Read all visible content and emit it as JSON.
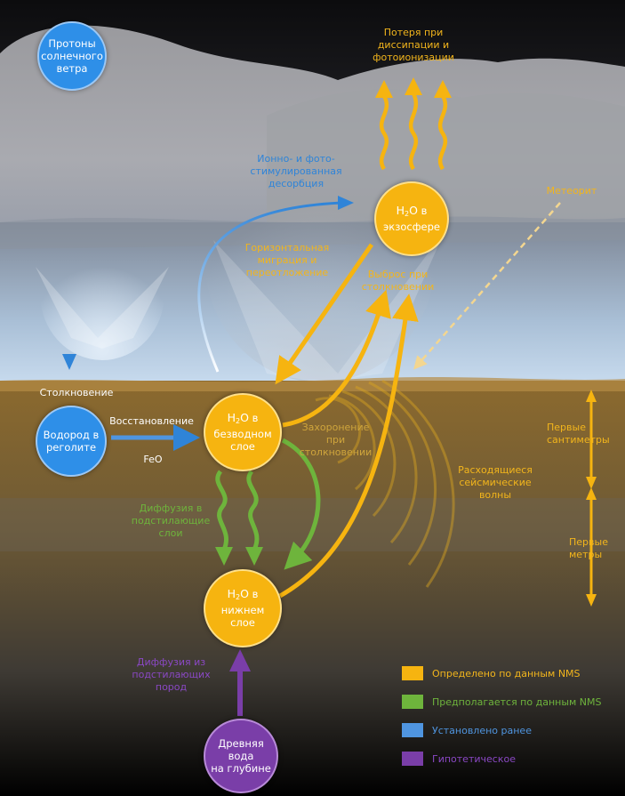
{
  "nodes": {
    "protons": {
      "line1": "Протоны",
      "line2": "солнечного",
      "line3": "ветра"
    },
    "hydrogen": {
      "line1": "Водород в",
      "line2": "реголите"
    },
    "exosphere": {
      "h": "H",
      "sub": "2",
      "o": "O",
      "suffix": " в",
      "line2": "экзосфере"
    },
    "anhydrous": {
      "h": "H",
      "sub": "2",
      "o": "O",
      "suffix": " в",
      "line2": "безводном",
      "line3": "слое"
    },
    "lower": {
      "h": "H",
      "sub": "2",
      "o": "O",
      "suffix": " в",
      "line2": "нижнем",
      "line3": "слое"
    },
    "ancient": {
      "line1": "Древняя",
      "line2": "вода",
      "line3": "на глубине"
    }
  },
  "labels": {
    "loss": {
      "line1": "Потеря при",
      "line2": "диссипации и",
      "line3": "фотоионизации"
    },
    "desorption": {
      "line1": "Ионно- и фото-",
      "line2": "стимулированная",
      "line3": "десорбция"
    },
    "meteorite": "Метеорит",
    "horizontal": {
      "line1": "Горизонтальная",
      "line2": "миграция и",
      "line3": "переотложение"
    },
    "ejection": {
      "line1": "Выброс при",
      "line2": "столкновении"
    },
    "collision": "Столкновение",
    "reduction": "Восстановление",
    "feo": "FeO",
    "burial": {
      "line1": "Захоронение",
      "line2": "при",
      "line3": "столкновении"
    },
    "seismic": {
      "line1": "Расходящиеся",
      "line2": "сейсмические",
      "line3": "волны"
    },
    "first_cm": {
      "line1": "Первые",
      "line2": "сантиметры"
    },
    "first_m": {
      "line1": "Первые",
      "line2": "метры"
    },
    "diffusion_under": {
      "line1": "Диффузия в",
      "line2": "подстилающие",
      "line3": "слои"
    },
    "diffusion_from": {
      "line1": "Диффузия из",
      "line2": "подстилающих",
      "line3": "пород"
    }
  },
  "legend": [
    {
      "text": "Определено по данным NMS",
      "color": "#f6b410"
    },
    {
      "text": "Предполагается по данным NMS",
      "color": "#6eb43c"
    },
    {
      "text": "Установлено ранее",
      "color": "#4f95e0"
    },
    {
      "text": "Гипотетическое",
      "color": "#7a3ea8"
    }
  ],
  "colors": {
    "yellow": "#f6b410",
    "green": "#6eb43c",
    "blue": "#2f84d8",
    "purple": "#7a3ea8"
  }
}
